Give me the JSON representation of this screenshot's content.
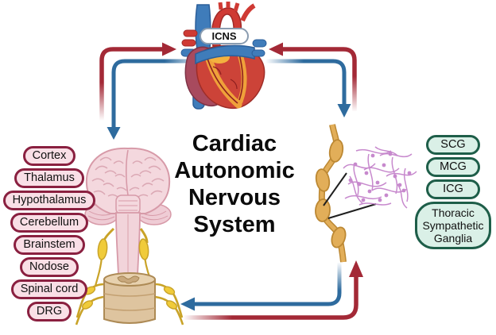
{
  "title": "Cardiac Autonomic Nervous System",
  "heart_label": "ICNS",
  "cns_labels": [
    "Cortex",
    "Thalamus",
    "Hypothalamus",
    "Cerebellum",
    "Brainstem",
    "Nodose",
    "Spinal cord",
    "DRG"
  ],
  "ganglia_labels": [
    "SCG",
    "MCG",
    "ICG",
    "Thoracic Sympathetic Ganglia"
  ],
  "colors": {
    "arrow_red": "#a32936",
    "arrow_blue": "#2e6b9e",
    "cns_pill_border": "#8a2040",
    "cns_pill_fill": "#f9dfe6",
    "ganglia_pill_border": "#1e5e49",
    "ganglia_pill_fill": "#daf0e7",
    "icns_pill_border": "#8a9cb0",
    "heart_red": "#cc4338",
    "vessel_blue": "#3f7cba",
    "brain_pink": "#f4d8de",
    "nerve_yellow": "#f0cb3a",
    "chain_gold": "#e2ae59",
    "plexus_purple": "#c583cb"
  }
}
